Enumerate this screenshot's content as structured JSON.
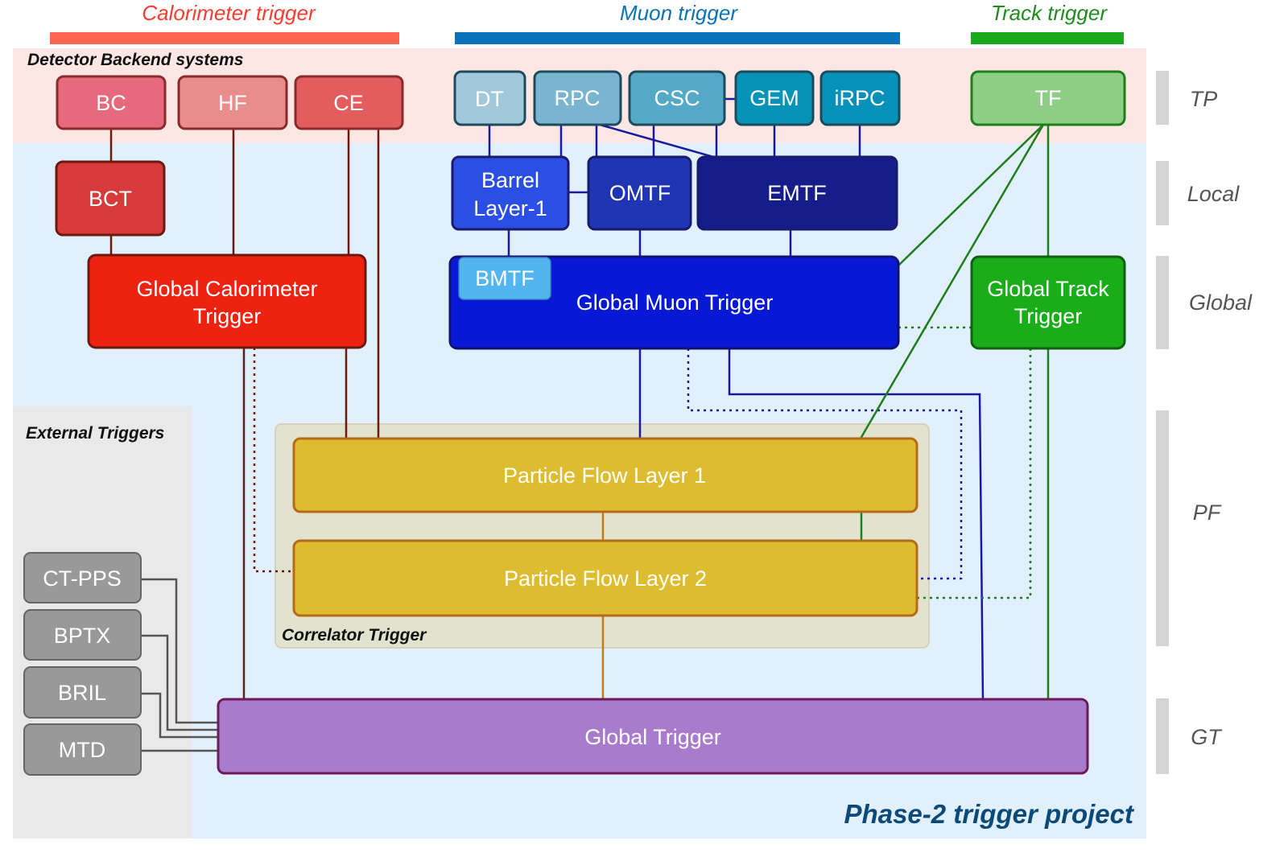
{
  "headers": {
    "calorimeter": "Calorimeter trigger",
    "muon": "Muon trigger",
    "track": "Track trigger"
  },
  "regions": {
    "detector_backend": "Detector Backend systems",
    "external_triggers": "External Triggers",
    "correlator": "Correlator Trigger"
  },
  "boxes": {
    "bc": "BC",
    "hf": "HF",
    "ce": "CE",
    "bct": "BCT",
    "gct_1": "Global Calorimeter",
    "gct_2": "Trigger",
    "dt": "DT",
    "rpc": "RPC",
    "csc": "CSC",
    "gem": "GEM",
    "irpc": "iRPC",
    "barrel_1": "Barrel",
    "barrel_2": "Layer-1",
    "omtf": "OMTF",
    "emtf": "EMTF",
    "bmtf": "BMTF",
    "gmt": "Global Muon Trigger",
    "tf": "TF",
    "gtt_1": "Global Track",
    "gtt_2": "Trigger",
    "pf1": "Particle Flow Layer 1",
    "pf2": "Particle Flow Layer 2",
    "ctpps": "CT-PPS",
    "bptx": "BPTX",
    "bril": "BRIL",
    "mtd": "MTD",
    "gt": "Global Trigger"
  },
  "levels": {
    "tp": "TP",
    "local": "Local",
    "global": "Global",
    "pf": "PF",
    "gt": "GT"
  },
  "footer": "Phase-2 trigger project",
  "colors": {
    "calo": "#ff6650",
    "muon": "#0a72b8",
    "track": "#1aa91a",
    "calo_line": "#6b1a10",
    "muon_line": "#1a1aa0",
    "track_line": "#1e7e1e",
    "pf_fill": "#ddbd2f",
    "gt_fill": "#a97bcd"
  }
}
